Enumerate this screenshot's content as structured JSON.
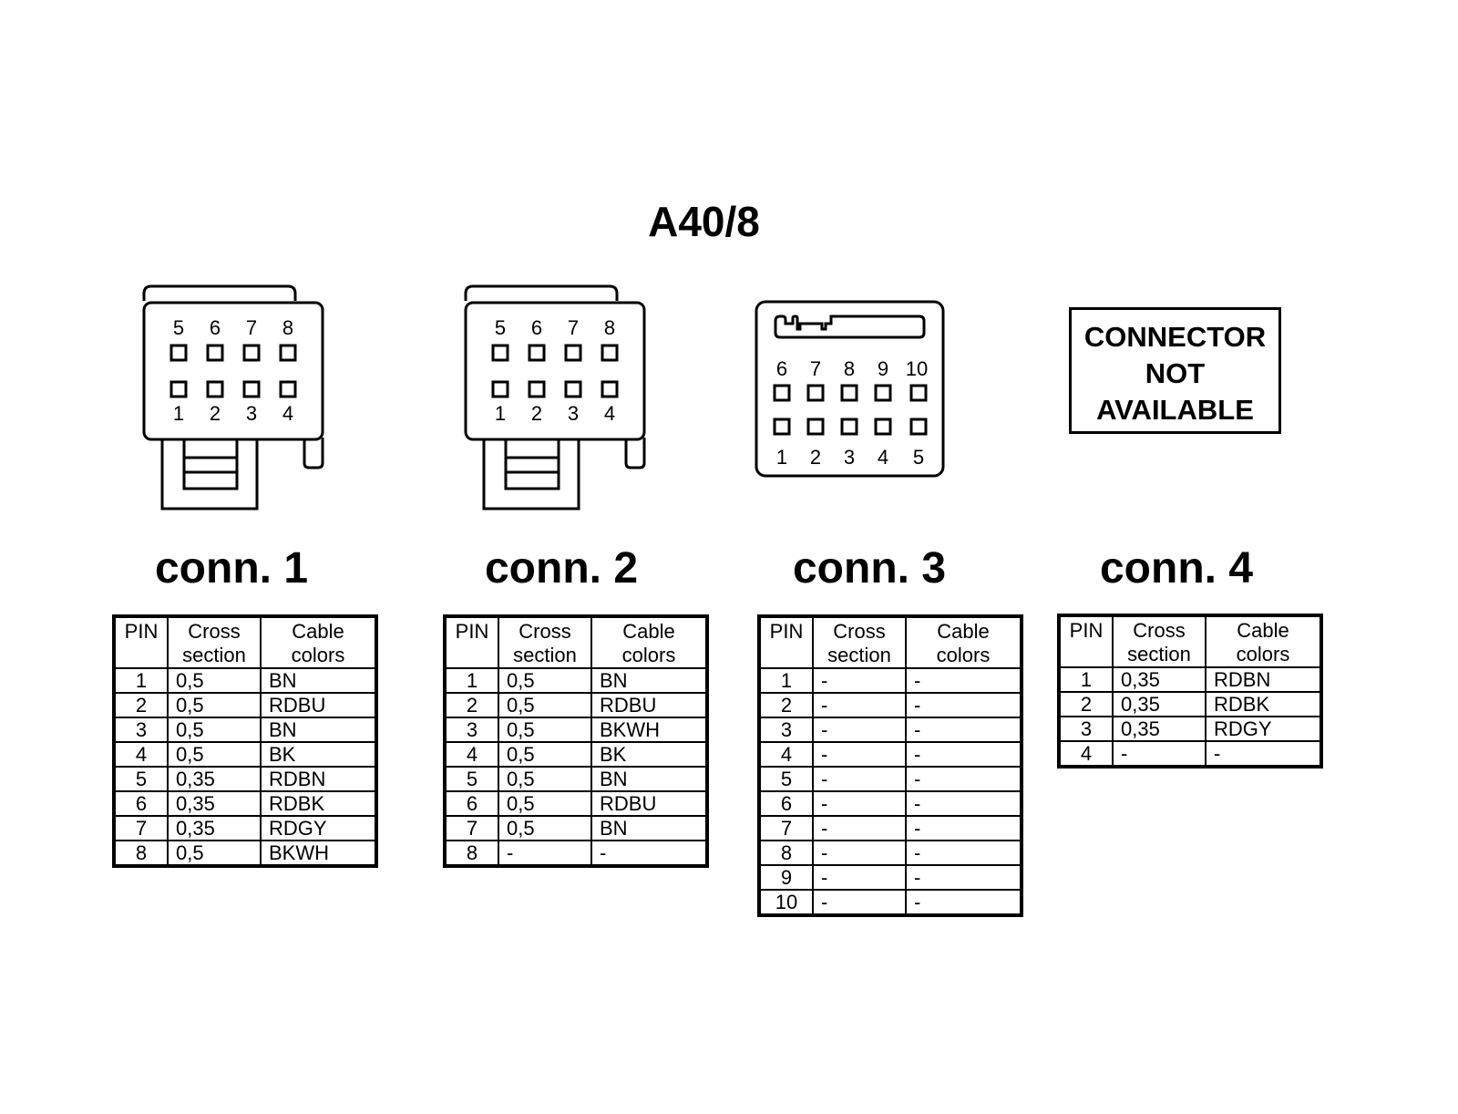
{
  "title": "A40/8",
  "not_available_text": [
    "CONNECTOR",
    "NOT",
    "AVAILABLE"
  ],
  "headers": {
    "pin": "PIN",
    "cross_section": [
      "Cross",
      "section"
    ],
    "cable_colors": [
      "Cable",
      "colors"
    ]
  },
  "connectors": [
    {
      "label": "conn. 1",
      "top_pins": [
        "5",
        "6",
        "7",
        "8"
      ],
      "bottom_pins": [
        "1",
        "2",
        "3",
        "4"
      ],
      "rows": [
        [
          "1",
          "0,5",
          "BN"
        ],
        [
          "2",
          "0,5",
          "RDBU"
        ],
        [
          "3",
          "0,5",
          "BN"
        ],
        [
          "4",
          "0,5",
          "BK"
        ],
        [
          "5",
          "0,35",
          "RDBN"
        ],
        [
          "6",
          "0,35",
          "RDBK"
        ],
        [
          "7",
          "0,35",
          "RDGY"
        ],
        [
          "8",
          "0,5",
          "BKWH"
        ]
      ]
    },
    {
      "label": "conn. 2",
      "top_pins": [
        "5",
        "6",
        "7",
        "8"
      ],
      "bottom_pins": [
        "1",
        "2",
        "3",
        "4"
      ],
      "rows": [
        [
          "1",
          "0,5",
          "BN"
        ],
        [
          "2",
          "0,5",
          "RDBU"
        ],
        [
          "3",
          "0,5",
          "BKWH"
        ],
        [
          "4",
          "0,5",
          "BK"
        ],
        [
          "5",
          "0,5",
          "BN"
        ],
        [
          "6",
          "0,5",
          "RDBU"
        ],
        [
          "7",
          "0,5",
          "BN"
        ],
        [
          "8",
          "-",
          "-"
        ]
      ]
    },
    {
      "label": "conn. 3",
      "top_pins": [
        "6",
        "7",
        "8",
        "9",
        "10"
      ],
      "bottom_pins": [
        "1",
        "2",
        "3",
        "4",
        "5"
      ],
      "rows": [
        [
          "1",
          "-",
          "-"
        ],
        [
          "2",
          "-",
          "-"
        ],
        [
          "3",
          "-",
          "-"
        ],
        [
          "4",
          "-",
          "-"
        ],
        [
          "5",
          "-",
          "-"
        ],
        [
          "6",
          "-",
          "-"
        ],
        [
          "7",
          "-",
          "-"
        ],
        [
          "8",
          "-",
          "-"
        ],
        [
          "9",
          "-",
          "-"
        ],
        [
          "10",
          "-",
          "-"
        ]
      ]
    },
    {
      "label": "conn. 4",
      "rows": [
        [
          "1",
          "0,35",
          "RDBN"
        ],
        [
          "2",
          "0,35",
          "RDBK"
        ],
        [
          "3",
          "0,35",
          "RDGY"
        ],
        [
          "4",
          "-",
          "-"
        ]
      ]
    }
  ]
}
